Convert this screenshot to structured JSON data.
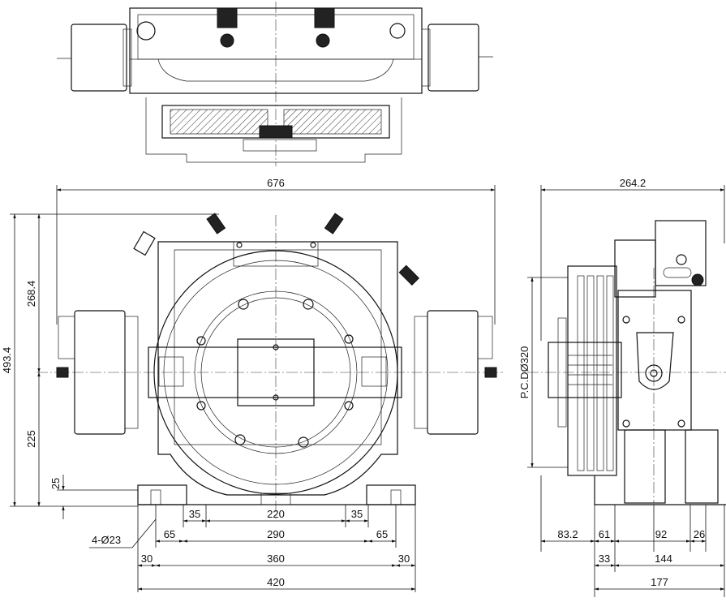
{
  "dimensions": {
    "front_width": "676",
    "side_width": "264.2",
    "total_height": "493.4",
    "upper_height": "268.4",
    "lower_height": "225",
    "foot_height": "25",
    "pcd": "P.C.DØ320",
    "hole_spec": "4-Ø23",
    "base_35_left": "35",
    "base_220": "220",
    "base_35_right": "35",
    "base_65_left": "65",
    "base_290": "290",
    "base_65_right": "65",
    "base_30_left": "30",
    "base_360": "360",
    "base_30_right": "30",
    "base_420": "420",
    "side_83_2": "83.2",
    "side_61": "61",
    "side_92": "92",
    "side_26": "26",
    "side_33": "33",
    "side_144": "144",
    "side_177": "177"
  }
}
